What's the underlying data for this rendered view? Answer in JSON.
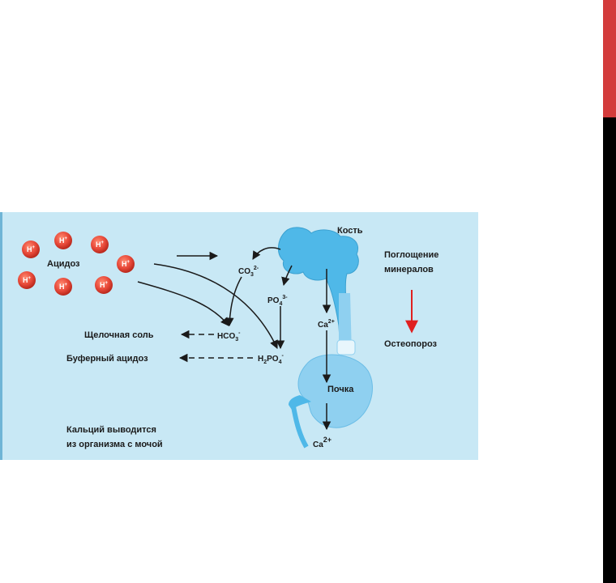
{
  "colors": {
    "slide_accent": "#d33b3b",
    "slide_side": "#000000",
    "panel_bg": "#c8e8f5",
    "bone": "#4fb8e8",
    "kidney": "#8fd0f0",
    "ion": "#e84a3a",
    "arrow": "#1a1a1a",
    "red_arrow": "#e02020"
  },
  "ions": {
    "label": "H",
    "charge": "+",
    "count": 8
  },
  "labels": {
    "acidosis": "Ацидоз",
    "bone": "Кость",
    "absorption_1": "Поглощение",
    "absorption_2": "минералов",
    "osteoporosis": "Остеопороз",
    "alkaline_salt": "Щелочная соль",
    "buffer_acidosis": "Буферный ацидоз",
    "kidney": "Почка",
    "calcium_1": "Кальций выводится",
    "calcium_2": "из организма с мочой"
  },
  "chem": {
    "co3": {
      "base": "CO",
      "sub": "3",
      "sup": "2-"
    },
    "po4": {
      "base": "PO",
      "sub": "4",
      "sup": "3-"
    },
    "ca_bone": {
      "base": "Ca",
      "sup": "2+"
    },
    "hco3": {
      "base": "HCO",
      "sub": "3",
      "sup": "-"
    },
    "h2po4": {
      "base": "H",
      "sub1": "2",
      "mid": "PO",
      "sub2": "4",
      "sup": "-"
    },
    "ca_out": {
      "base": "Ca",
      "sup": "2+"
    }
  }
}
